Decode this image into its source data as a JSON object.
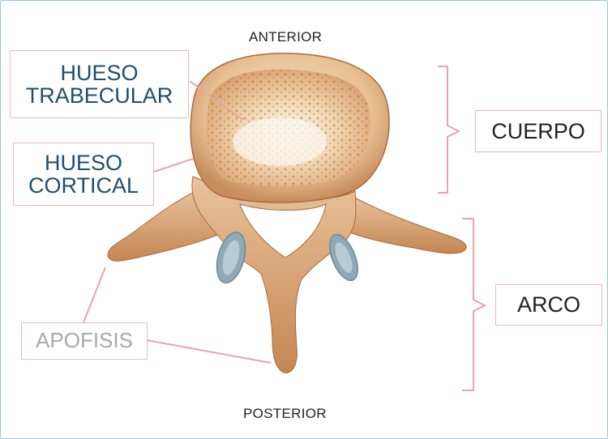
{
  "labels": {
    "anterior": "ANTERIOR",
    "posterior": "POSTERIOR",
    "hueso_trabecular": [
      "HUESO",
      "TRABECULAR"
    ],
    "hueso_cortical": [
      "HUESO",
      "CORTICAL"
    ],
    "cuerpo": "CUERPO",
    "arco": "ARCO",
    "apofisis": "APOFISIS"
  },
  "colors": {
    "bone": "#e2b486",
    "bone_dark": "#b7794a",
    "spongy": "#f1d7b3",
    "label_blue": "#1e4e6e",
    "box_border": "#e8b9bd",
    "leader": "#e6a5aa",
    "facet": "#9fb9c7"
  }
}
